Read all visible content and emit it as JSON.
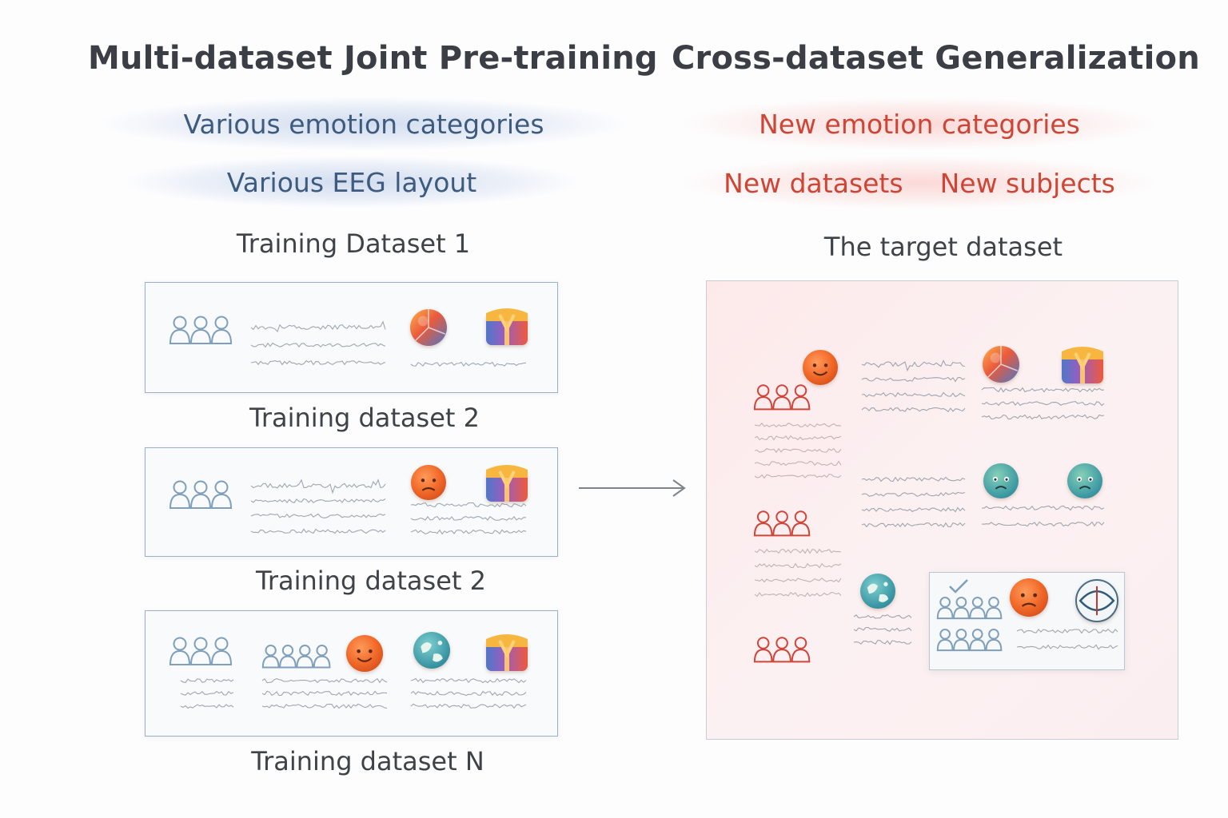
{
  "left": {
    "title": "Multi-dataset Joint Pre-training",
    "pills": [
      "Various emotion categories",
      "Various EEG layout"
    ],
    "datasets": [
      "Training Dataset 1",
      "Training dataset 2",
      "Training dataset 2",
      "Training dataset N"
    ]
  },
  "right": {
    "title": "Cross-dataset Generalization",
    "pills": {
      "categories": "New emotion categories",
      "datasets": "New datasets",
      "subjects": "New subjects"
    },
    "target_label": "The target dataset"
  },
  "colors": {
    "blue_text": "#3d5b7e",
    "red_text": "#cc4535",
    "group_icon_blue": "#7f9fbb",
    "group_icon_red": "#d0453a",
    "box_border": "#9cb0c5",
    "arrow": "#7d8389"
  },
  "icons": [
    "people-group-icon",
    "eeg-signal-icon",
    "pie-emotion-icon",
    "gift-box-icon",
    "sad-face-icon",
    "smiley-face-icon",
    "globe-icon",
    "worried-face-icon",
    "checkmark-icon",
    "leaf-ball-icon"
  ]
}
